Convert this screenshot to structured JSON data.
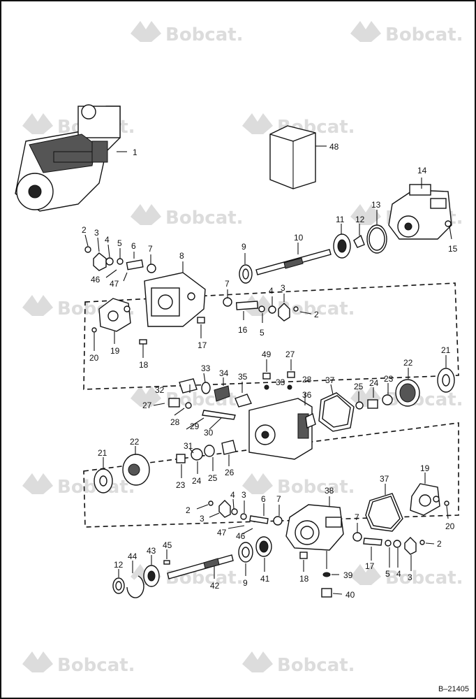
{
  "watermark": {
    "brand": "Bobcat."
  },
  "figure": {
    "code": "B–21405"
  },
  "callouts": {
    "c1": "1",
    "c48": "48",
    "c14": "14",
    "c15": "15",
    "c2a": "2",
    "c3a": "3",
    "c4a": "4",
    "c5a": "5",
    "c6a": "6",
    "c7a": "7",
    "c8": "8",
    "c9a": "9",
    "c10": "10",
    "c11": "11",
    "c12a": "12",
    "c13": "13",
    "c46a": "46",
    "c47a": "47",
    "c7b": "7",
    "c4b": "4",
    "c3b": "3",
    "c2b": "2",
    "c16": "16",
    "c5b": "5",
    "c19a": "19",
    "c20a": "20",
    "c18a": "18",
    "c17a": "17",
    "c49": "49",
    "c27a": "27",
    "c33a": "33",
    "c34": "34",
    "c35": "35",
    "c32": "32",
    "c33b": "33",
    "c28a": "28",
    "c36": "36",
    "c37a": "37",
    "c25a": "25",
    "c24a": "24",
    "c23a": "23",
    "c22a": "22",
    "c21a": "21",
    "c27b": "27",
    "c28b": "28",
    "c29": "29",
    "c30": "30",
    "c31": "31",
    "c26": "26",
    "c21b": "21",
    "c22b": "22",
    "c23b": "23",
    "c24b": "24",
    "c25b": "25",
    "c38": "38",
    "c37b": "37",
    "c19b": "19",
    "c20b": "20",
    "c2c": "2",
    "c4c": "4",
    "c3c": "3",
    "c6b": "6",
    "c7c": "7",
    "c47b": "47",
    "c46b": "46",
    "c7d": "7",
    "c2d": "2",
    "c17b": "17",
    "c5c": "5",
    "c4d": "4",
    "c3d": "3",
    "c12b": "12",
    "c44": "44",
    "c43": "43",
    "c45": "45",
    "c42": "42",
    "c9b": "9",
    "c41": "41",
    "c18b": "18",
    "c39": "39",
    "c40": "40"
  }
}
